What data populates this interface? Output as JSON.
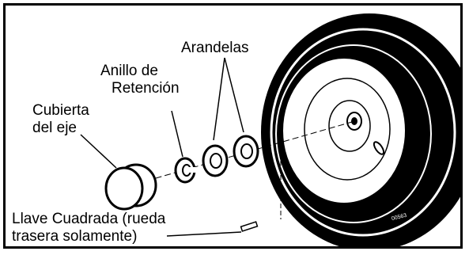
{
  "labels": {
    "arandelas": "Arandelas",
    "anillo_line1": "Anillo de",
    "anillo_line2": "Retención",
    "cubierta_line1": "Cubierta",
    "cubierta_line2": "del eje",
    "llave_line1": "Llave Cuadrada (rueda",
    "llave_line2": "trasera solamente)"
  },
  "figure_code": "00563"
}
